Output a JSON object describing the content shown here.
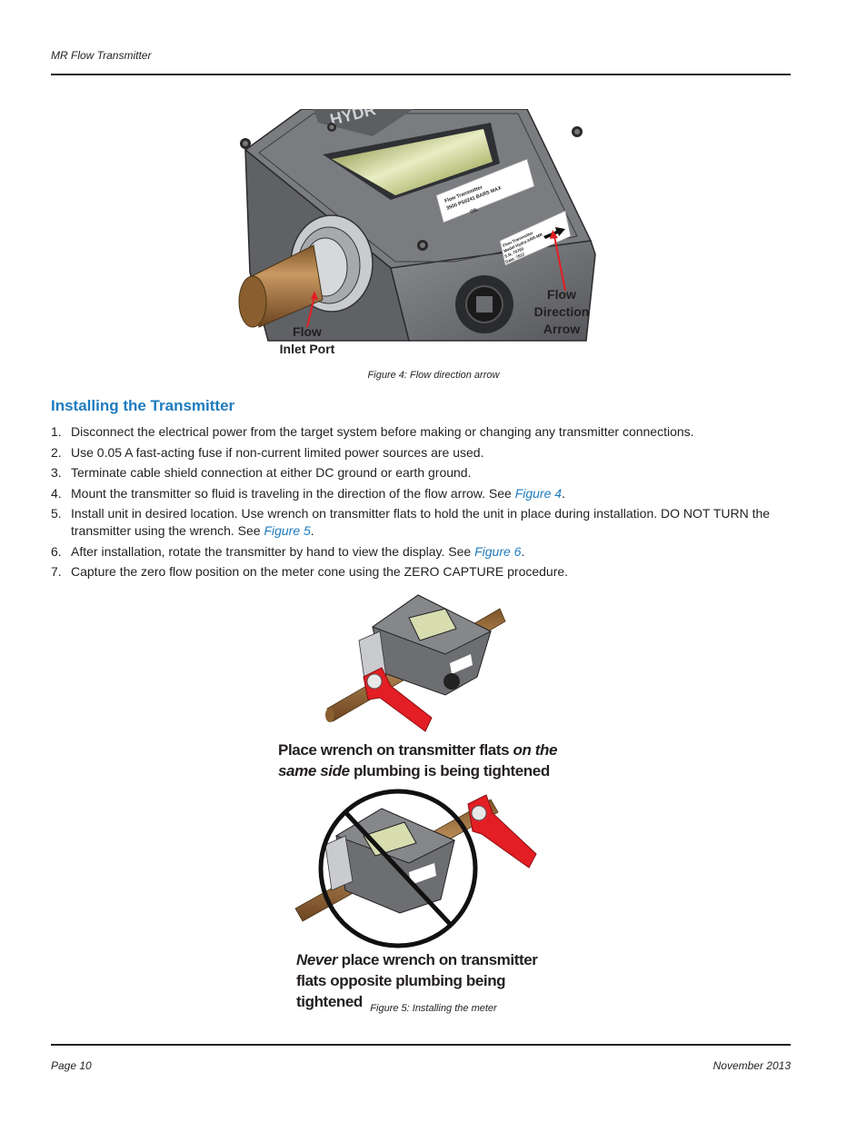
{
  "header": {
    "title": "MR Flow Transmitter"
  },
  "figure4": {
    "callout_outlet": "Flow Direction Arrow",
    "callout_outlet_lines": [
      "Flow",
      "Direction",
      "Arrow"
    ],
    "callout_inlet_lines": [
      "Flow",
      "Inlet Port"
    ],
    "label_top": [
      "Flow Transmitter",
      "3500 PSI/241 BARS MAX",
      "OIL"
    ],
    "label_side": [
      "Flow Transmitter",
      "Model Hydra ARR-MR",
      "S.N. 78760",
      "Date: 7812"
    ],
    "caption": "Figure 4:  Flow direction arrow"
  },
  "section": {
    "heading": "Installing the Transmitter",
    "steps": [
      {
        "num": "1.",
        "parts": [
          "Disconnect the electrical power from the target system before making or changing any transmitter connections."
        ]
      },
      {
        "num": "2.",
        "parts": [
          "Use 0.05 A fast-acting fuse if non-current limited power sources are used."
        ]
      },
      {
        "num": "3.",
        "parts": [
          "Terminate cable shield connection at either DC ground or earth ground."
        ]
      },
      {
        "num": "4.",
        "before": "Mount the transmitter so fluid is traveling in the direction of the flow arrow. See ",
        "link": "Figure 4",
        "after": "."
      },
      {
        "num": "5.",
        "before": "Install unit in desired location. Use wrench on transmitter flats to hold the unit in place during installation. DO NOT TURN the transmitter using the wrench. See ",
        "link": "Figure 5",
        "after": "."
      },
      {
        "num": "6.",
        "before": "After installation, rotate the transmitter by hand to view the display. See ",
        "link": "Figure 6",
        "after": "."
      },
      {
        "num": "7.",
        "parts": [
          "Capture the zero flow position on the meter cone using the ZERO CAPTURE procedure."
        ]
      }
    ]
  },
  "figure5": {
    "note_correct_a": "Place wrench on transmitter flats ",
    "note_correct_b": "on the same side",
    "note_correct_c": " plumbing is being tightened",
    "note_wrong_a": "Never",
    "note_wrong_b": " place wrench on transmitter flats opposite plumbing being tightened",
    "caption": "Figure 5:  Installing the meter"
  },
  "footer": {
    "page": "Page 10",
    "date": "November 2013"
  },
  "colors": {
    "heading_blue": "#1f7bbf",
    "wrench_red": "#e31e24",
    "body_gray": "#6d6e71",
    "pipe_brass": "#a0713b"
  },
  "icon_names": [
    "flow-arrow-icon",
    "prohibited-icon"
  ]
}
